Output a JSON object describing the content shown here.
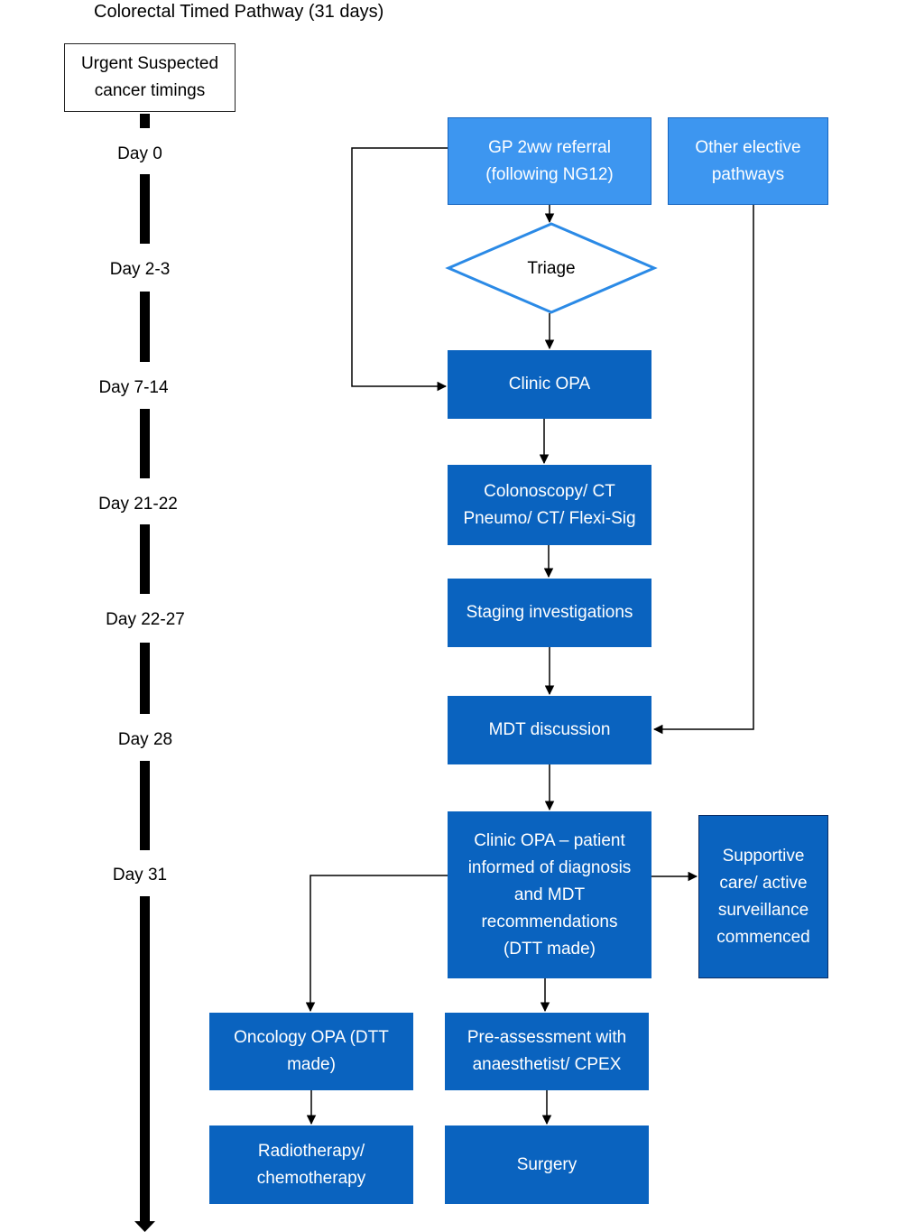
{
  "title": "Colorectal Timed Pathway (31 days)",
  "legend": {
    "line1": "Urgent Suspected",
    "line2": "cancer timings"
  },
  "timeline": {
    "days": [
      "Day 0",
      "Day 2-3",
      "Day 7-14",
      "Day 21-22",
      "Day 22-27",
      "Day 28",
      "Day 31"
    ]
  },
  "nodes": {
    "gp_referral": [
      "GP 2ww referral",
      "(following NG12)"
    ],
    "other_elective": [
      "Other elective",
      "pathways"
    ],
    "triage": "Triage",
    "clinic_opa": [
      "Clinic OPA"
    ],
    "colonoscopy": [
      "Colonoscopy/ CT",
      "Pneumo/ CT/ Flexi-Sig"
    ],
    "staging": [
      "Staging investigations"
    ],
    "mdt": [
      "MDT discussion"
    ],
    "clinic_opa_diagnosis": [
      "Clinic OPA – patient",
      "informed of diagnosis",
      "and MDT",
      "recommendations",
      "(DTT made)"
    ],
    "supportive_care": [
      "Supportive",
      "care/ active",
      "surveillance",
      "commenced"
    ],
    "oncology_opa": [
      "Oncology OPA (DTT",
      "made)"
    ],
    "pre_assessment": [
      "Pre-assessment with",
      "anaesthetist/ CPEX"
    ],
    "radiotherapy": [
      "Radiotherapy/",
      "chemotherapy"
    ],
    "surgery": [
      "Surgery"
    ]
  },
  "colors": {
    "box_dark": "#0a63bf",
    "box_light": "#3d96f0",
    "triage_outline": "#2b8ae6",
    "line": "#000000"
  }
}
